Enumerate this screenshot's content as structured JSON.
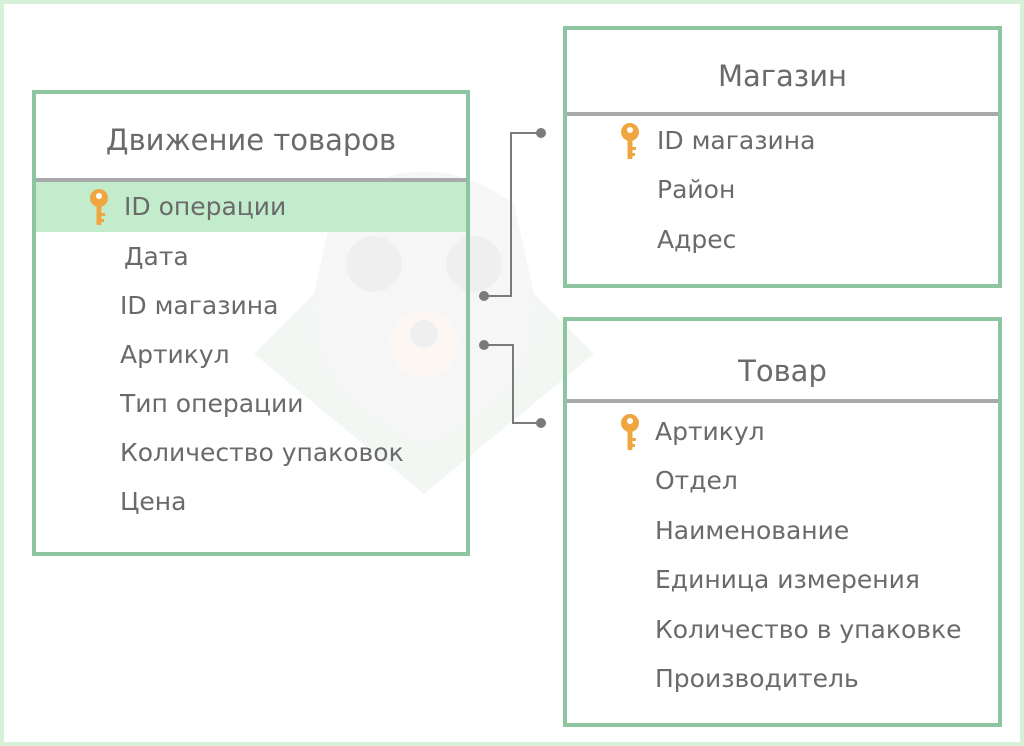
{
  "tables": {
    "movement": {
      "title": "Движение товаров",
      "fields": [
        "ID операции",
        "Дата",
        "ID магазина",
        "Артикул",
        "Тип операции",
        "Количество упаковок",
        "Цена"
      ]
    },
    "store": {
      "title": "Магазин",
      "fields": [
        "ID магазина",
        "Район",
        "Адрес"
      ]
    },
    "product": {
      "title": "Товар",
      "fields": [
        "Артикул",
        "Отдел",
        "Наименование",
        "Единица измерения",
        "Количество в упаковке",
        "Производитель"
      ]
    }
  },
  "icons": {
    "primary_key": "key-icon",
    "watermark": "bear-logo-watermark"
  },
  "colors": {
    "table_border": "#8cc5a0",
    "header_divider": "#a9a9a9",
    "highlight_row": "#c3eccc",
    "key": "#f0a640",
    "connector": "#7a7a7a",
    "frame": "#d7f1d9"
  }
}
